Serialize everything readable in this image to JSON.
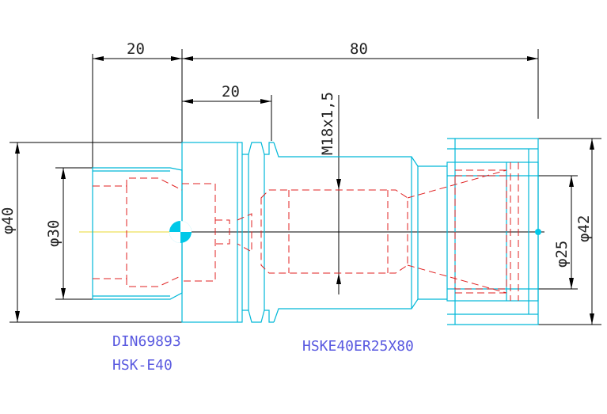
{
  "dimensions": {
    "len_left": "20",
    "len_total": "80",
    "len_neck": "20",
    "thread": "M18x1,5",
    "dia_40": "φ40",
    "dia_30": "φ30",
    "dia_25": "φ25",
    "dia_42": "φ42"
  },
  "captions": {
    "standard": "DIN69893",
    "interface": "HSK-E40",
    "part_number": "HSKE40ER25X80"
  },
  "colors": {
    "body": "#00b8d8",
    "hidden": "#e02020",
    "dimension": "#000000",
    "caption": "#5a5ae0",
    "marker": "#00c8e8"
  }
}
